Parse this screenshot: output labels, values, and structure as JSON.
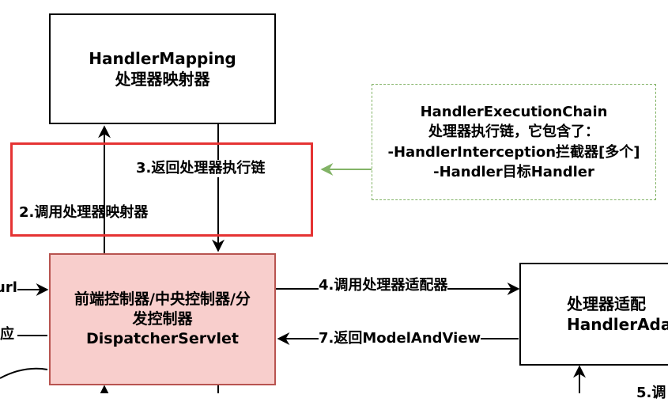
{
  "handler_mapping": {
    "line1": "HandlerMapping",
    "line2": "处理器映射器"
  },
  "chain_note": {
    "line1": "HandlerExecutionChain",
    "line2": "处理器执行链，它包含了：",
    "line3": "-HandlerInterception拦截器[多个]",
    "line4": "-Handler目标Handler"
  },
  "dispatcher": {
    "line1": "前端控制器/中央控制器/分",
    "line2": "发控制器",
    "line3": "DispatcherServlet"
  },
  "adapter": {
    "line1": "处理器适配",
    "line2": "HandlerAda"
  },
  "labels": {
    "step2": "2.调用处理器映射器",
    "step3": "3.返回处理器执行链",
    "step4": "4.调用处理器适配器",
    "step7": "7.返回ModelAndView",
    "url": "url",
    "response": "应",
    "step5": "5.调"
  },
  "colors": {
    "highlight_border": "#e53333",
    "dispatcher_fill": "#f8cecc",
    "dispatcher_border": "#b85450",
    "note_border": "#82b366",
    "note_arrow": "#82b366"
  }
}
